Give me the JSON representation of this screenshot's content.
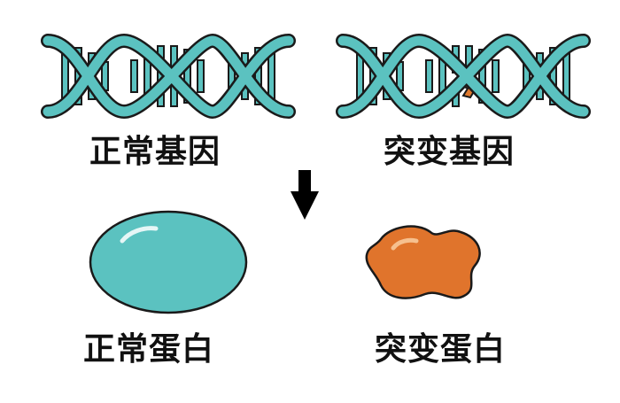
{
  "labels": {
    "normal_gene": "正常基因",
    "mutant_gene": "突变基因",
    "normal_protein": "正常蛋白",
    "mutant_protein": "突变蛋白"
  },
  "colors": {
    "dna_teal": "#5bc2c0",
    "outline": "#1a1a1a",
    "mutation_orange": "#e07a2e",
    "normal_protein": "#5bc2c0",
    "mutant_protein": "#e0742c",
    "arrow": "#000000"
  }
}
